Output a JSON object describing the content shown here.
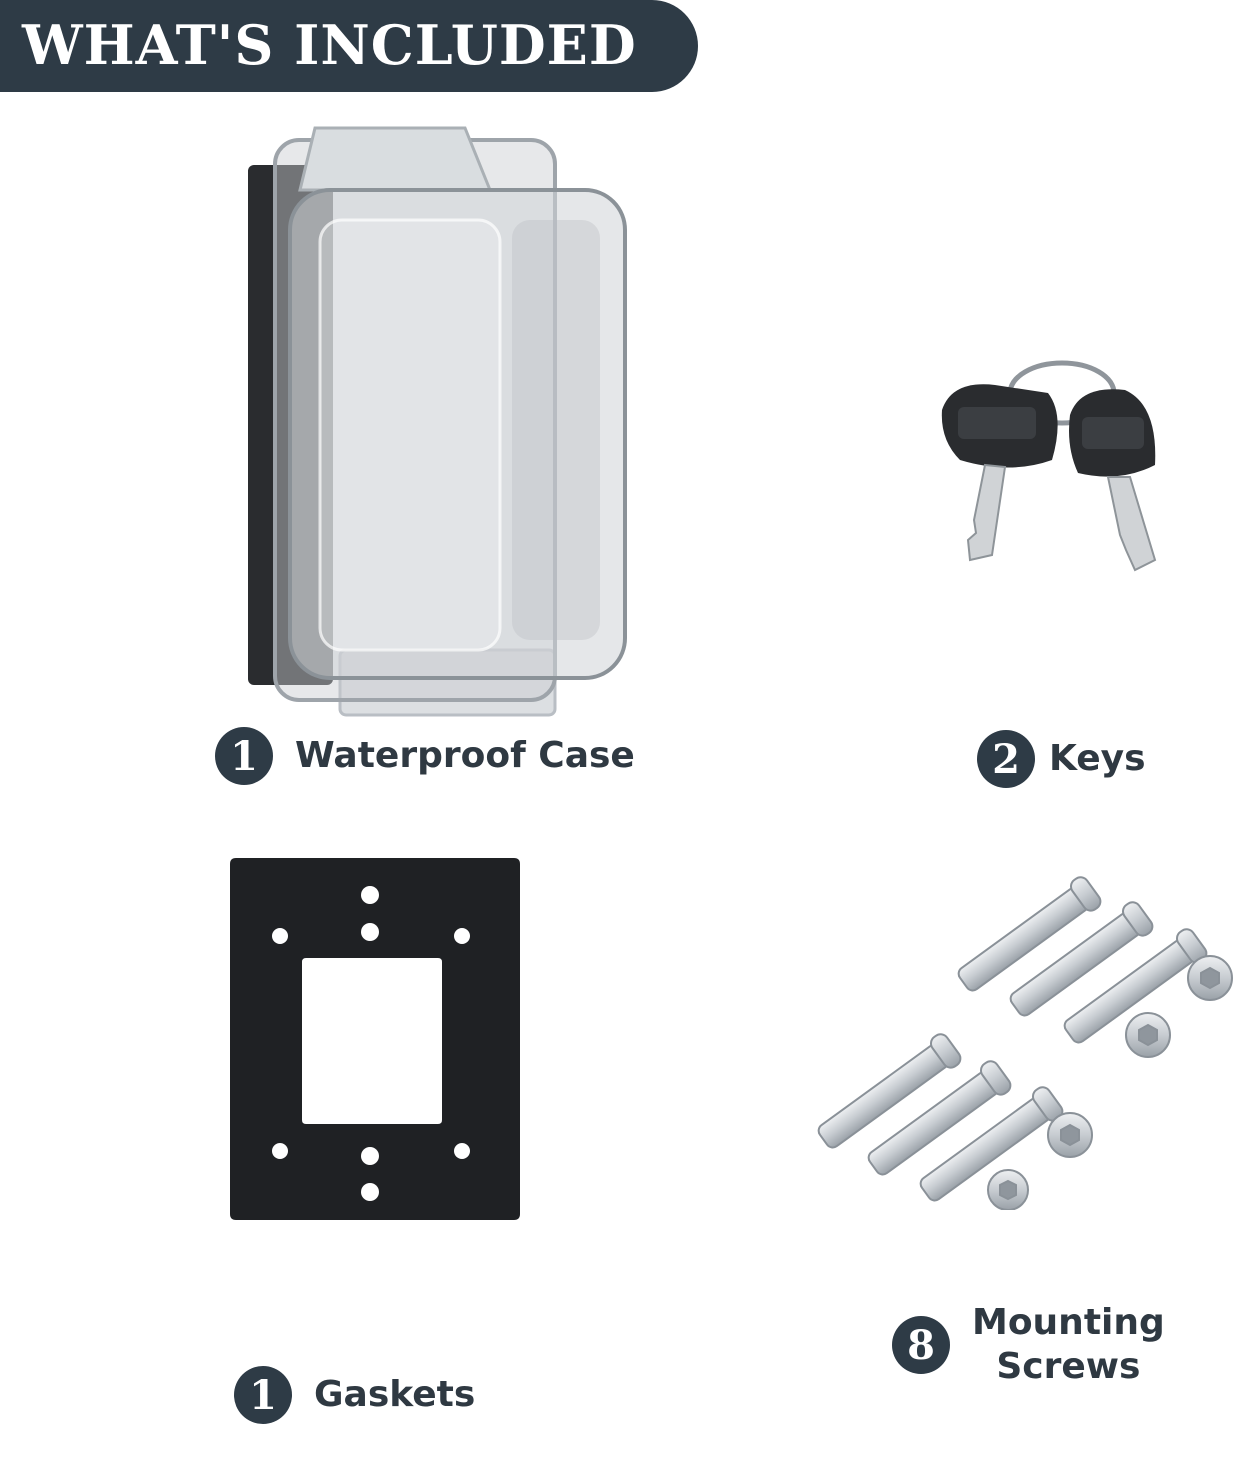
{
  "header": {
    "title": "WHAT'S INCLUDED"
  },
  "colors": {
    "banner": "#2e3b46",
    "badge": "#2e3b46",
    "label_text": "#2f3942"
  },
  "items": [
    {
      "count": "1",
      "name": "Waterproof Case",
      "icon": "waterproof-case"
    },
    {
      "count": "2",
      "name": "Keys",
      "icon": "keys"
    },
    {
      "count": "1",
      "name": "Gaskets",
      "icon": "gasket"
    },
    {
      "count": "8",
      "name_lines": [
        "Mounting",
        "Screws"
      ],
      "icon": "screws"
    }
  ]
}
